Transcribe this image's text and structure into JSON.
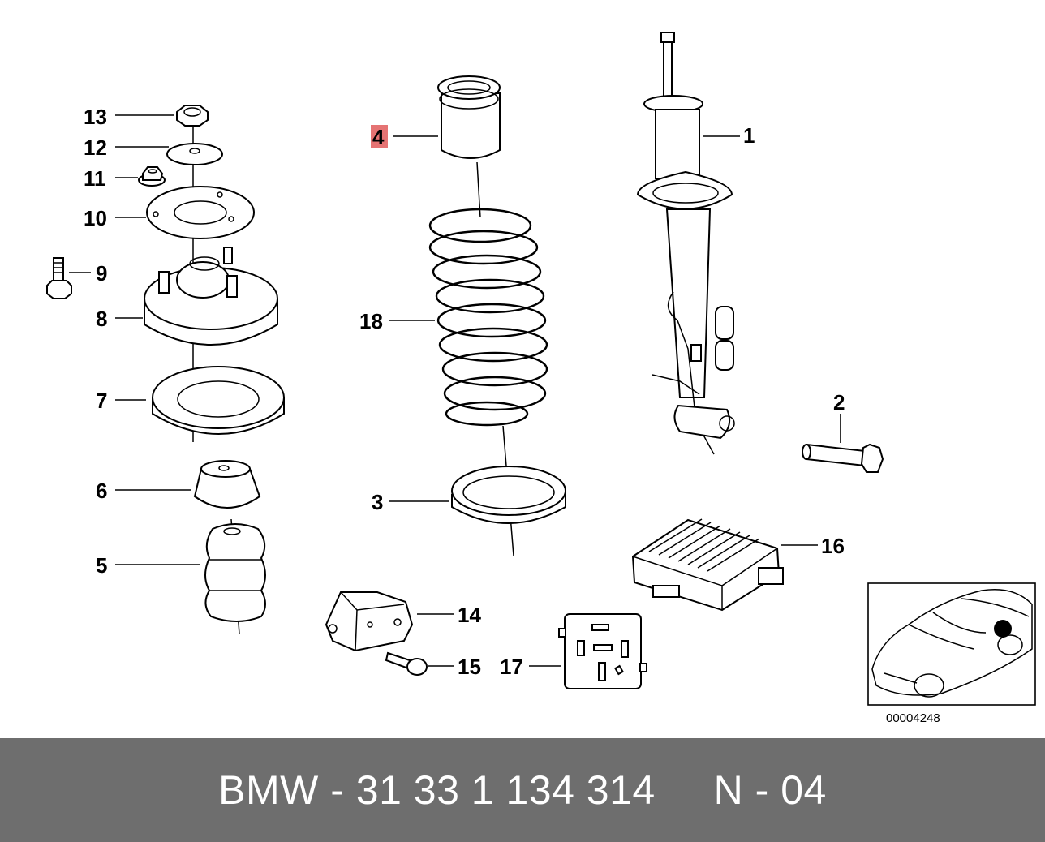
{
  "diagram": {
    "callouts": [
      {
        "id": "1",
        "label": "1"
      },
      {
        "id": "2",
        "label": "2"
      },
      {
        "id": "3",
        "label": "3"
      },
      {
        "id": "4",
        "label": "4",
        "highlighted": true
      },
      {
        "id": "5",
        "label": "5"
      },
      {
        "id": "6",
        "label": "6"
      },
      {
        "id": "7",
        "label": "7"
      },
      {
        "id": "8",
        "label": "8"
      },
      {
        "id": "9",
        "label": "9"
      },
      {
        "id": "10",
        "label": "10"
      },
      {
        "id": "11",
        "label": "11"
      },
      {
        "id": "12",
        "label": "12"
      },
      {
        "id": "13",
        "label": "13"
      },
      {
        "id": "14",
        "label": "14"
      },
      {
        "id": "15",
        "label": "15"
      },
      {
        "id": "16",
        "label": "16"
      },
      {
        "id": "17",
        "label": "17"
      },
      {
        "id": "18",
        "label": "18"
      }
    ],
    "highlight_color": "#e57373",
    "inset_code": "00004248"
  },
  "footer": {
    "text": "BMW - 31 33 1 134 314     N - 04",
    "background": "#6e6e6e",
    "color": "#ffffff"
  }
}
